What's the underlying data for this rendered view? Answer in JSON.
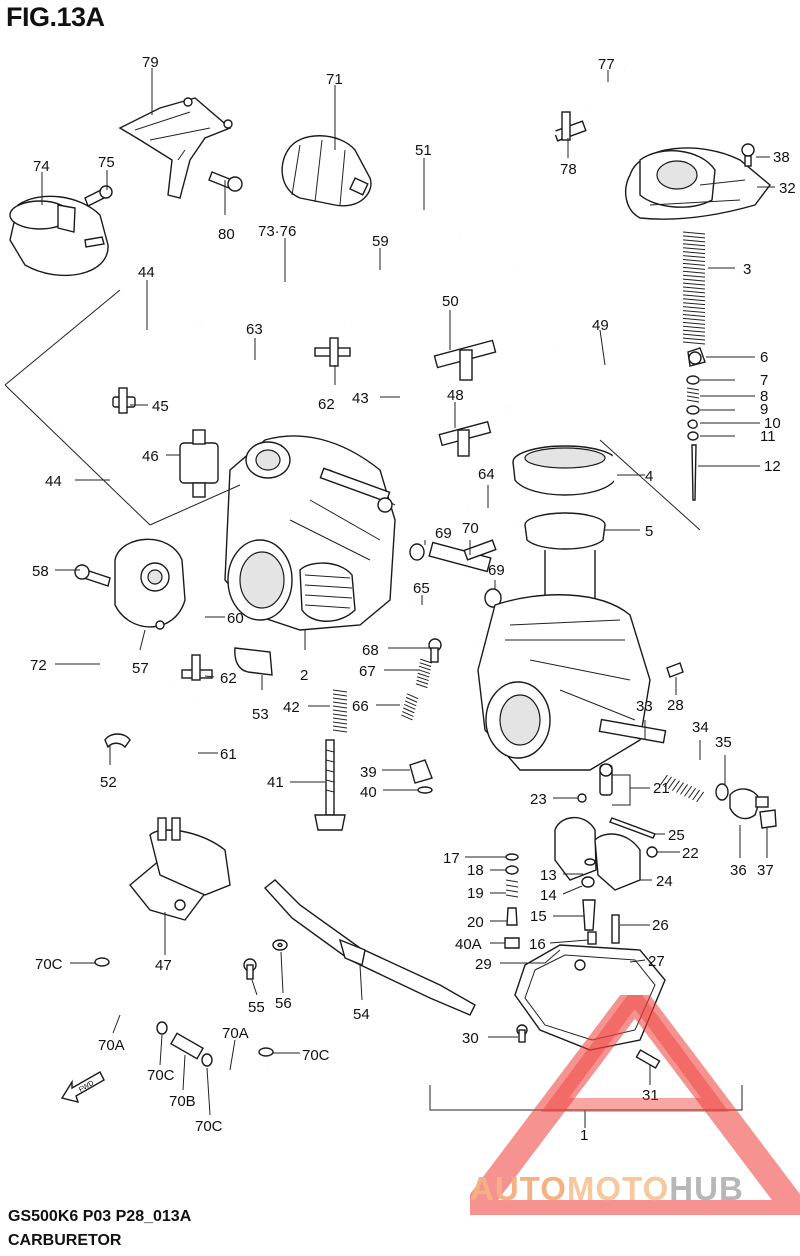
{
  "figure": {
    "title": "FIG.13A"
  },
  "footer": {
    "model_code": "GS500K6 P03 P28_013A",
    "section": "CARBURETOR"
  },
  "callouts": [
    {
      "id": "c79",
      "text": "79"
    },
    {
      "id": "c71",
      "text": "71"
    },
    {
      "id": "c77",
      "text": "77"
    },
    {
      "id": "c74",
      "text": "74"
    },
    {
      "id": "c75",
      "text": "75"
    },
    {
      "id": "c51",
      "text": "51"
    },
    {
      "id": "c78",
      "text": "78"
    },
    {
      "id": "c38",
      "text": "38"
    },
    {
      "id": "c32",
      "text": "32"
    },
    {
      "id": "c80",
      "text": "80"
    },
    {
      "id": "c7376",
      "text": "73·76"
    },
    {
      "id": "c59",
      "text": "59"
    },
    {
      "id": "c3",
      "text": "3"
    },
    {
      "id": "c44a",
      "text": "44"
    },
    {
      "id": "c50",
      "text": "50"
    },
    {
      "id": "c63",
      "text": "63"
    },
    {
      "id": "c49",
      "text": "49"
    },
    {
      "id": "c6",
      "text": "6"
    },
    {
      "id": "c7",
      "text": "7"
    },
    {
      "id": "c45",
      "text": "45"
    },
    {
      "id": "c62a",
      "text": "62"
    },
    {
      "id": "c43",
      "text": "43"
    },
    {
      "id": "c48",
      "text": "48"
    },
    {
      "id": "c8",
      "text": "8"
    },
    {
      "id": "c9",
      "text": "9"
    },
    {
      "id": "c10",
      "text": "10"
    },
    {
      "id": "c11",
      "text": "11"
    },
    {
      "id": "c46",
      "text": "46"
    },
    {
      "id": "c12",
      "text": "12"
    },
    {
      "id": "c44b",
      "text": "44"
    },
    {
      "id": "c64",
      "text": "64"
    },
    {
      "id": "c4",
      "text": "4"
    },
    {
      "id": "c69a",
      "text": "69"
    },
    {
      "id": "c70",
      "text": "70"
    },
    {
      "id": "c5",
      "text": "5"
    },
    {
      "id": "c58",
      "text": "58"
    },
    {
      "id": "c69b",
      "text": "69"
    },
    {
      "id": "c65",
      "text": "65"
    },
    {
      "id": "c60",
      "text": "60"
    },
    {
      "id": "c72",
      "text": "72"
    },
    {
      "id": "c2",
      "text": "2"
    },
    {
      "id": "c68",
      "text": "68"
    },
    {
      "id": "c57",
      "text": "57"
    },
    {
      "id": "c62b",
      "text": "62"
    },
    {
      "id": "c67",
      "text": "67"
    },
    {
      "id": "c28",
      "text": "28"
    },
    {
      "id": "c53",
      "text": "53"
    },
    {
      "id": "c42",
      "text": "42"
    },
    {
      "id": "c66",
      "text": "66"
    },
    {
      "id": "c33",
      "text": "33"
    },
    {
      "id": "c34",
      "text": "34"
    },
    {
      "id": "c35",
      "text": "35"
    },
    {
      "id": "c61",
      "text": "61"
    },
    {
      "id": "c52",
      "text": "52"
    },
    {
      "id": "c39",
      "text": "39"
    },
    {
      "id": "c41",
      "text": "41"
    },
    {
      "id": "c21",
      "text": "21"
    },
    {
      "id": "c40",
      "text": "40"
    },
    {
      "id": "c23",
      "text": "23"
    },
    {
      "id": "c25",
      "text": "25"
    },
    {
      "id": "c22",
      "text": "22"
    },
    {
      "id": "c36",
      "text": "36"
    },
    {
      "id": "c37",
      "text": "37"
    },
    {
      "id": "c17",
      "text": "17"
    },
    {
      "id": "c18",
      "text": "18"
    },
    {
      "id": "c13",
      "text": "13"
    },
    {
      "id": "c24",
      "text": "24"
    },
    {
      "id": "c19",
      "text": "19"
    },
    {
      "id": "c14",
      "text": "14"
    },
    {
      "id": "c47",
      "text": "47"
    },
    {
      "id": "c20",
      "text": "20"
    },
    {
      "id": "c15",
      "text": "15"
    },
    {
      "id": "c26",
      "text": "26"
    },
    {
      "id": "c40A",
      "text": "40A"
    },
    {
      "id": "c16",
      "text": "16"
    },
    {
      "id": "c70Ca",
      "text": "70C"
    },
    {
      "id": "c29",
      "text": "29"
    },
    {
      "id": "c27",
      "text": "27"
    },
    {
      "id": "c55",
      "text": "55"
    },
    {
      "id": "c56",
      "text": "56"
    },
    {
      "id": "c54",
      "text": "54"
    },
    {
      "id": "c70Aa",
      "text": "70A"
    },
    {
      "id": "c70Ab",
      "text": "70A"
    },
    {
      "id": "c30",
      "text": "30"
    },
    {
      "id": "c70Cb",
      "text": "70C"
    },
    {
      "id": "c70Cc",
      "text": "70C"
    },
    {
      "id": "c70B",
      "text": "70B"
    },
    {
      "id": "c31",
      "text": "31"
    },
    {
      "id": "c70Cd",
      "text": "70C"
    },
    {
      "id": "c1",
      "text": "1"
    }
  ],
  "fwd_arrow": {
    "text": "FWD"
  },
  "watermark": {
    "text_parts": [
      "AUTO",
      "MOTO",
      "HUB"
    ],
    "colors": {
      "auto": "#f5b183",
      "moto": "#f7c79e",
      "hub": "#b7b7b7",
      "triangle": "#ef3b36"
    }
  }
}
